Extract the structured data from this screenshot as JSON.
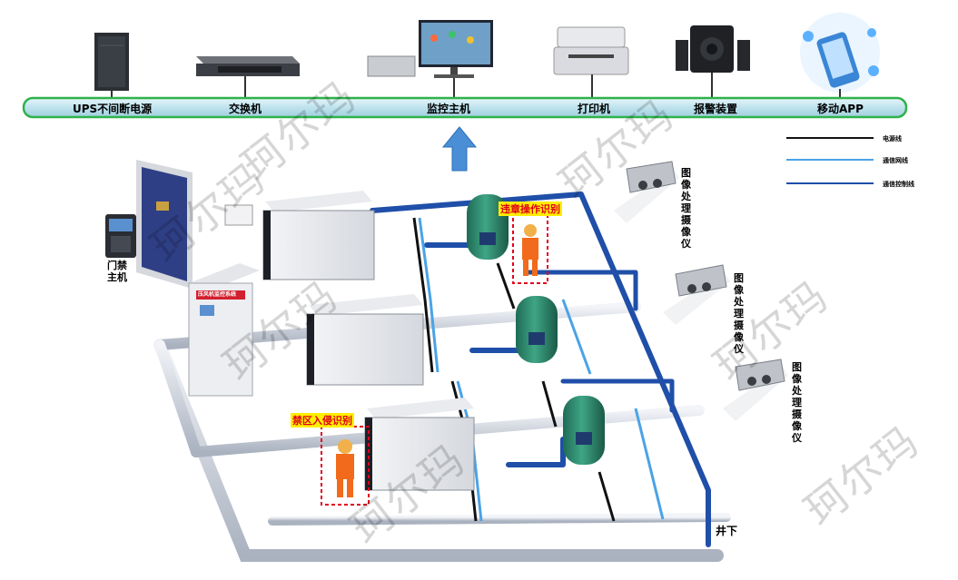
{
  "network_bus": {
    "labels": [
      "UPS不间断电源",
      "交换机",
      "监控主机",
      "打印机",
      "报警装置",
      "移动APP"
    ]
  },
  "legend": [
    {
      "label": "电源线",
      "color": "#111111"
    },
    {
      "label": "通信网线",
      "color": "#4aa3e6"
    },
    {
      "label": "通信控制线",
      "color": "#1f4fa8"
    }
  ],
  "access_control": {
    "label": "门禁主机"
  },
  "control_cabinet": {
    "label": "压风机监控系统"
  },
  "camera_label": "图像处理摄像仪",
  "tags": {
    "violation": "违章操作识别",
    "intrusion": "禁区入侵识别"
  },
  "downhole": "井下",
  "watermark": "珂尔玛",
  "colors": {
    "bus_fill": "#bfe3ee",
    "bus_border": "#2fb24a",
    "pipe_blue": "#1f4fa8",
    "pipe_grey": "#d8dde6",
    "tank_green": "#2f8a6e",
    "arrow_blue": "#4a8fd6",
    "tag_bg": "#ffee00",
    "tag_text": "#e0001a"
  }
}
